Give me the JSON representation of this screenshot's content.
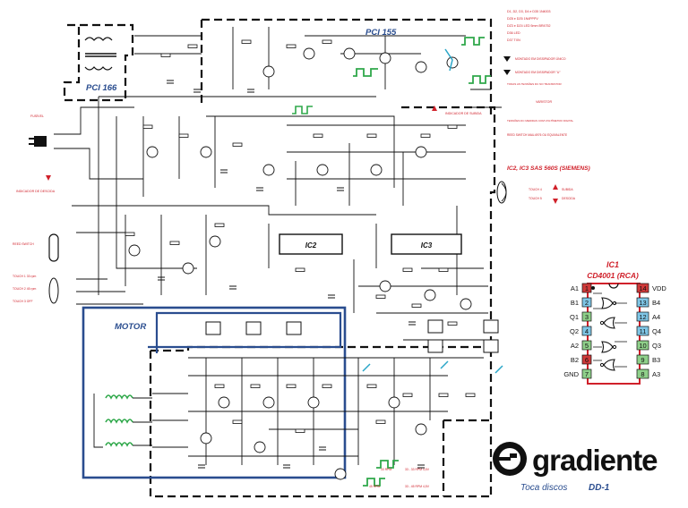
{
  "title_boxes": {
    "pci155": "PCI 155",
    "pci166": "PCI 166",
    "motor": "MOTOR"
  },
  "notes": {
    "semicond": "D1, D2, D3, D4 e D35  1N4003",
    "transistors": "DZ8 e DZ6  1N4PPPV",
    "leds": "DZ3 e DZ4  LED 5mm BR4752",
    "led1": "D36  LED",
    "led2": "D37  TXN",
    "mount_single": "MONTADO EM DISSIPADOR ÚNICO",
    "mount_u": "MONTADO EM DISSIPADOR \"U\"",
    "voltage_note": "TODAS AS TENSÕES DC NO TRANSISTOR",
    "varistor": "VARISTOR",
    "tension_note": "TENSÕES DC MEDIDAS COM VOLTÍMETRO DIGITAL",
    "reed_note": "REED SWITCH MAU-6976 OU EQUIVALENTE",
    "ic_note": "IC2, IC3  SAS 560S (SIEMENS)"
  },
  "side_labels": {
    "fuse": "FUSÍVEL",
    "descida": "INDICADOR DE DESCIDA",
    "subida": "INDICADOR DE SUBIDA",
    "reed": "REED SWITCH",
    "touch1": "TOUCH 1 33 rpm",
    "touch2": "TOUCH 2 45 rpm",
    "touch3": "TOUCH 3 OFF",
    "touch4": "TOUCH 4",
    "touch5": "TOUCH 5",
    "subida_r": "SUBIDA",
    "descida_r": "DESCIDA"
  },
  "ic_labels": {
    "ic2": "IC2",
    "ic3": "IC3"
  },
  "ic1": {
    "title": "IC1",
    "part": "CD4001 (RCA)",
    "left_pins": [
      {
        "name": "A1",
        "num": "1"
      },
      {
        "name": "B1",
        "num": "2"
      },
      {
        "name": "Q1",
        "num": "3"
      },
      {
        "name": "Q2",
        "num": "4"
      },
      {
        "name": "A2",
        "num": "5"
      },
      {
        "name": "B2",
        "num": "6"
      },
      {
        "name": "GND",
        "num": "7"
      }
    ],
    "right_pins": [
      {
        "name": "VDD",
        "num": "14"
      },
      {
        "name": "B4",
        "num": "13"
      },
      {
        "name": "A4",
        "num": "12"
      },
      {
        "name": "Q4",
        "num": "11"
      },
      {
        "name": "Q3",
        "num": "10"
      },
      {
        "name": "B3",
        "num": "9"
      },
      {
        "name": "A3",
        "num": "8"
      }
    ]
  },
  "rpm_labels": {
    "r33": "33 RPM",
    "r45": "45 RPM",
    "note33": "33 - 33 RPM 4,5V",
    "note45": "33 - 45 RPM 4,5V"
  },
  "brand": {
    "name": "gradiente",
    "product": "Toca discos",
    "model": "DD-1"
  },
  "colors": {
    "red": "#d0202a",
    "blue": "#2a4d8f",
    "green": "#2fa84a",
    "cyan": "#2aa6c8",
    "pin_blue": "#7fc6e6",
    "pin_green": "#8fd08a",
    "pin_red": "#d03a3a"
  }
}
